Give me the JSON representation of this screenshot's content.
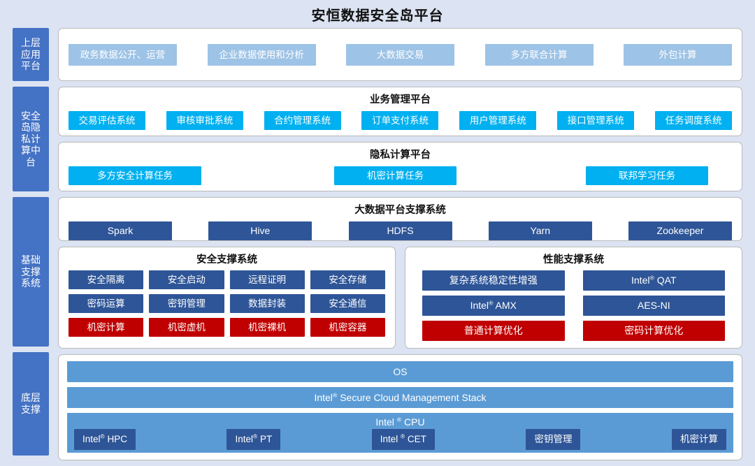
{
  "title": "安恒数据安全岛平台",
  "rail": {
    "items": [
      {
        "label": "上层应用平台",
        "name": "rail-item-application-layer"
      },
      {
        "label": "安全岛隐私计算中台",
        "name": "rail-item-privacy-computing-midplatform"
      },
      {
        "label": "基础支撑系统",
        "name": "rail-item-foundation-support"
      },
      {
        "label": "底层支撑",
        "name": "rail-item-bottom-support"
      }
    ]
  },
  "colors": {
    "rail": "#4472c4",
    "light_blue_chip": "#9dc3e6",
    "cyan_chip": "#00b0f0",
    "dark_blue_chip": "#2e5597",
    "red_chip": "#c00000",
    "medium_blue_bar": "#5b9bd5",
    "page_background": "#dce3f2",
    "panel_background": "#ffffff"
  },
  "application_platform": {
    "items": [
      {
        "label": "政务数据公开、运营",
        "width": 155
      },
      {
        "label": "企业数据使用和分析",
        "width": 155
      },
      {
        "label": "大数据交易",
        "width": 155
      },
      {
        "label": "多方联合计算",
        "width": 155
      },
      {
        "label": "外包计算",
        "width": 155
      }
    ]
  },
  "business_platform": {
    "heading": "业务管理平台",
    "items": [
      {
        "label": "交易评估系统",
        "width": 110
      },
      {
        "label": "审核审批系统",
        "width": 110
      },
      {
        "label": "合约管理系统",
        "width": 110
      },
      {
        "label": "订单支付系统",
        "width": 110
      },
      {
        "label": "用户管理系统",
        "width": 110
      },
      {
        "label": "接口管理系统",
        "width": 110
      },
      {
        "label": "任务调度系统",
        "width": 110
      }
    ]
  },
  "privacy_platform": {
    "heading": "隐私计算平台",
    "items": [
      {
        "label": "多方安全计算任务",
        "width": 190
      },
      {
        "label": "机密计算任务",
        "width": 175
      },
      {
        "label": "联邦学习任务",
        "width": 175
      }
    ]
  },
  "bigdata_platform": {
    "heading": "大数据平台支撑系统",
    "items": [
      {
        "label": "Spark",
        "width": 148
      },
      {
        "label": "Hive",
        "width": 148
      },
      {
        "label": "HDFS",
        "width": 148
      },
      {
        "label": "Yarn",
        "width": 148
      },
      {
        "label": "Zookeeper",
        "width": 148
      }
    ]
  },
  "security_support": {
    "heading": "安全支撑系统",
    "rows": [
      [
        {
          "label": "安全隔离",
          "type": "blue"
        },
        {
          "label": "安全启动",
          "type": "blue"
        },
        {
          "label": "远程证明",
          "type": "blue"
        },
        {
          "label": "安全存储",
          "type": "blue"
        }
      ],
      [
        {
          "label": "密码运算",
          "type": "blue"
        },
        {
          "label": "密钥管理",
          "type": "blue"
        },
        {
          "label": "数据封装",
          "type": "blue"
        },
        {
          "label": "安全通信",
          "type": "blue"
        }
      ],
      [
        {
          "label": "机密计算",
          "type": "red"
        },
        {
          "label": "机密虚机",
          "type": "red"
        },
        {
          "label": "机密裸机",
          "type": "red"
        },
        {
          "label": "机密容器",
          "type": "red"
        }
      ]
    ]
  },
  "performance_support": {
    "heading": "性能支撑系统",
    "rows": [
      [
        {
          "label": "复杂系统稳定性增强",
          "type": "blue",
          "html": false
        },
        {
          "label": "Intel® QAT",
          "type": "blue",
          "html": true
        }
      ],
      [
        {
          "label": "Intel® AMX",
          "type": "blue",
          "html": true
        },
        {
          "label": "AES-NI",
          "type": "blue",
          "html": false
        }
      ],
      [
        {
          "label": "普通计算优化",
          "type": "red",
          "html": false
        },
        {
          "label": "密码计算优化",
          "type": "red",
          "html": false
        }
      ]
    ]
  },
  "bottom_support": {
    "os_label": "OS",
    "stack_label": "Intel® Secure Cloud Management Stack",
    "cpu_label": "Intel ® CPU",
    "cpu_items": [
      {
        "label": "Intel® HPC",
        "width": 90
      },
      {
        "label": "Intel® PT",
        "width": 90
      },
      {
        "label": "Intel ® CET",
        "width": 90
      },
      {
        "label": "密钥管理",
        "width": 90
      },
      {
        "label": "机密计算",
        "width": 90
      }
    ]
  }
}
